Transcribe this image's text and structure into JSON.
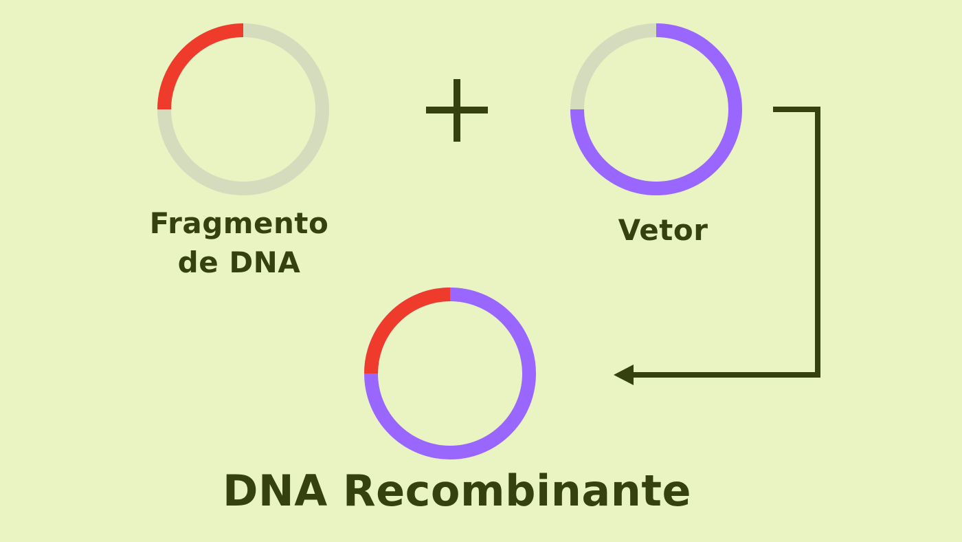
{
  "colors": {
    "background": "#eaf4c3",
    "fragment": "#ef3b2c",
    "vector": "#9966ff",
    "unused": "#d5dbbd",
    "ink": "#35410f"
  },
  "nodes": [
    {
      "id": "fragmento",
      "label_lines": [
        "Fragmento",
        "de DNA"
      ],
      "segments": [
        {
          "color": "fragment",
          "fraction": 0.25,
          "from": "top",
          "direction": "counterclockwise"
        },
        {
          "color": "unused",
          "fraction": 0.75
        }
      ]
    },
    {
      "id": "vetor",
      "label": "Vetor",
      "segments": [
        {
          "color": "vector",
          "fraction": 0.75,
          "from": "top",
          "direction": "clockwise"
        },
        {
          "color": "unused",
          "fraction": 0.25
        }
      ]
    },
    {
      "id": "recombinante",
      "label": "DNA Recombinante",
      "segments": [
        {
          "color": "fragment",
          "fraction": 0.25,
          "from": "top",
          "direction": "counterclockwise"
        },
        {
          "color": "vector",
          "fraction": 0.75
        }
      ]
    }
  ],
  "operator": "plus",
  "arrow": {
    "from": "vetor",
    "to": "recombinante"
  }
}
